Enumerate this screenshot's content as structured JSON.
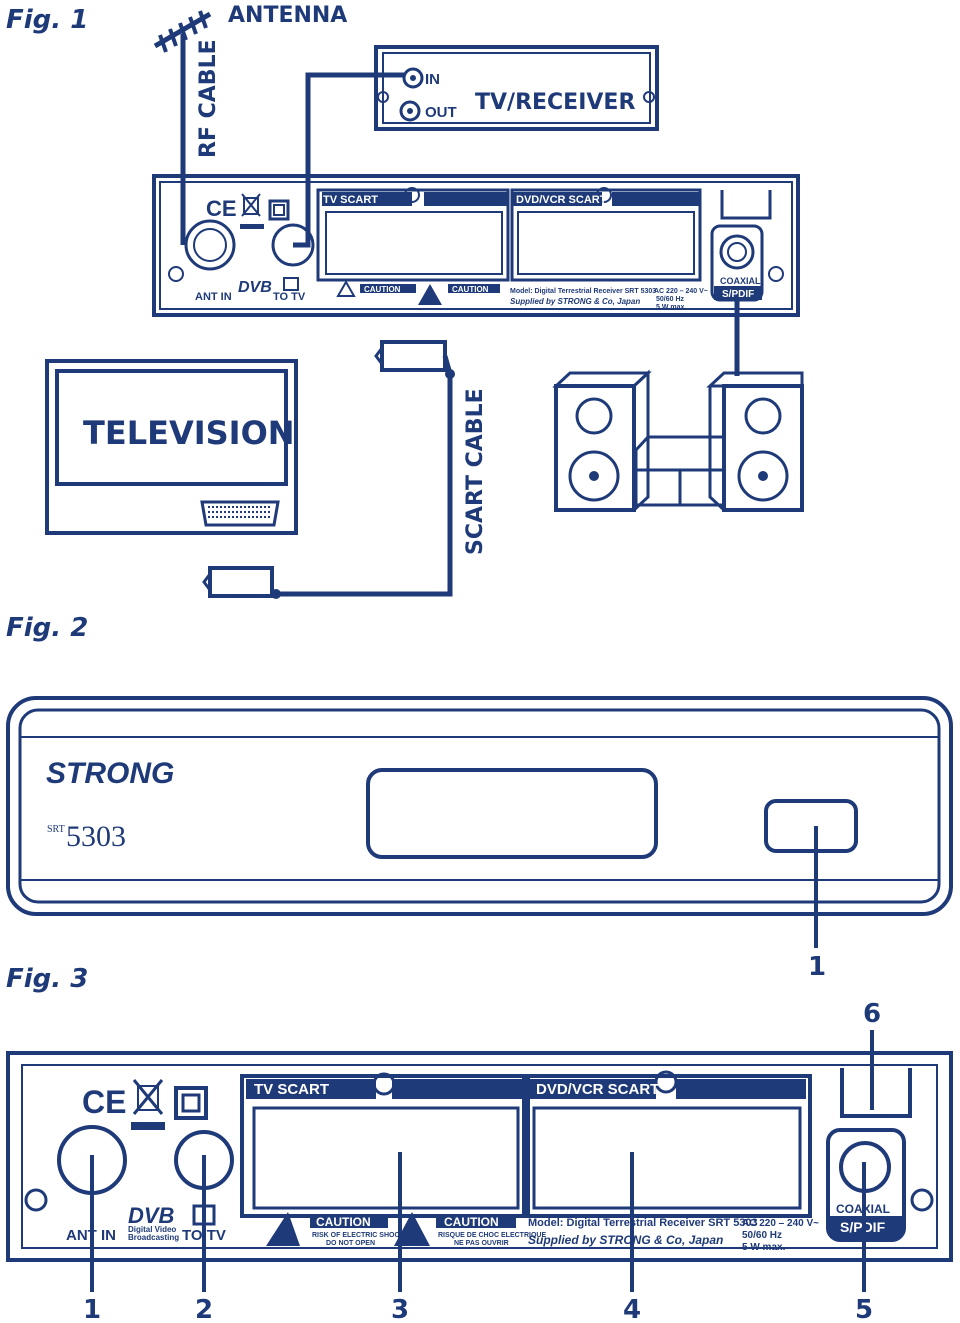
{
  "figures": {
    "fig1": "Fig. 1",
    "fig2": "Fig. 2",
    "fig3": "Fig. 3"
  },
  "fig1": {
    "antenna": "ANTENNA",
    "rf_cable": "RF CABLE",
    "receiver": {
      "title": "TV/RECEIVER",
      "in": "IN",
      "out": "OUT"
    },
    "television": "TELEVISION",
    "scart_cable": "SCART CABLE"
  },
  "rear_panel": {
    "tv_scart": "TV SCART",
    "dvd_scart": "DVD/VCR SCART",
    "ant_in": "ANT IN",
    "to_tv": "TO TV",
    "ce": "CE",
    "dvb": "DVB",
    "dvb_sub1": "Digital Video",
    "dvb_sub2": "Broadcasting",
    "caution": "CAUTION",
    "caution_en1": "RISK OF ELECTRIC SHOCK",
    "caution_en2": "DO NOT OPEN",
    "caution_fr1": "RISQUE DE CHOC ELECTRIQUE",
    "caution_fr2": "NE PAS OUVRIR",
    "model": "Model: Digital Terrestrial Receiver SRT 5303",
    "supplied": "Supplied by STRONG & Co, Japan",
    "power1": "AC 220 – 240 V~",
    "power2": "50/60 Hz",
    "power3": "5 W max.",
    "coaxial": "COAXIAL",
    "spdif": "S/PDIF"
  },
  "front_panel": {
    "brand": "STRONG",
    "model_prefix": "SRT",
    "model_number": "5303"
  },
  "callouts": {
    "fig2": [
      "1"
    ],
    "fig3": [
      "1",
      "2",
      "3",
      "4",
      "5",
      "6"
    ]
  },
  "colors": {
    "ink": "#1f3a78",
    "paper": "#ffffff"
  }
}
